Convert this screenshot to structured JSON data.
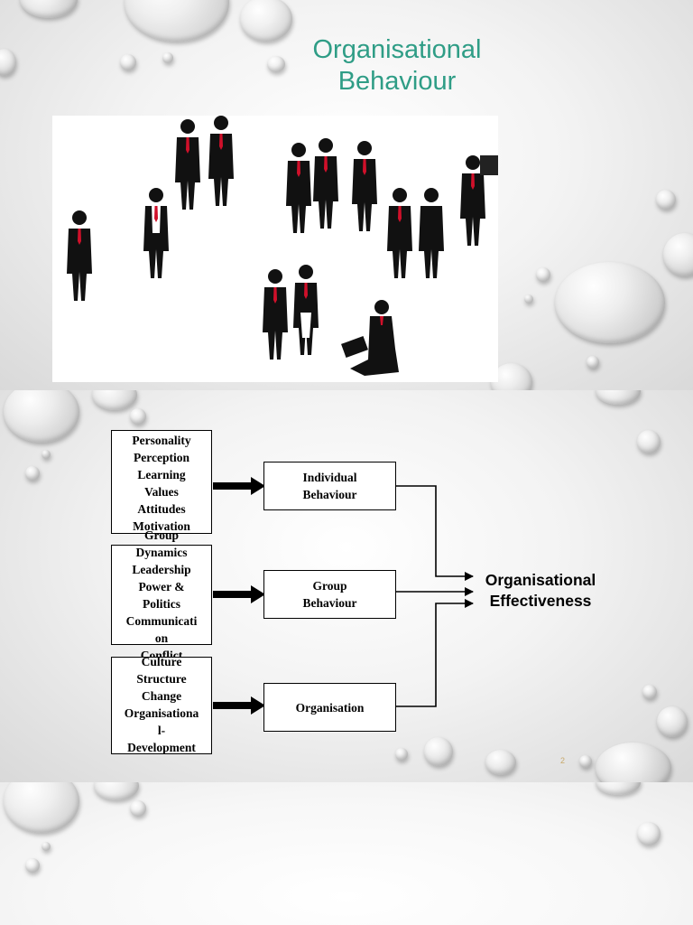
{
  "slide1": {
    "title_line1": "Organisational",
    "title_line2": "Behaviour"
  },
  "diagram": {
    "individual_factors": [
      "Personality",
      "Perception",
      "Learning",
      "Values",
      "Attitudes",
      "Motivation"
    ],
    "group_factors": [
      "Group",
      "Dynamics",
      "Leadership",
      "Power &",
      "Politics",
      "Communicati",
      "on",
      "Conflict"
    ],
    "org_factors": [
      "Culture",
      "Structure",
      "Change",
      "Organisationa",
      "l-",
      "Development"
    ],
    "individual_behaviour": [
      "Individual",
      "Behaviour"
    ],
    "group_behaviour": [
      "Group",
      "Behaviour"
    ],
    "organisation": "Organisation",
    "outcome_line1": "Organisational",
    "outcome_line2": "Effectiveness",
    "page_number": "2"
  },
  "colors": {
    "title": "#2f9d86",
    "tie": "#d0102a",
    "silhouette": "#111111"
  }
}
